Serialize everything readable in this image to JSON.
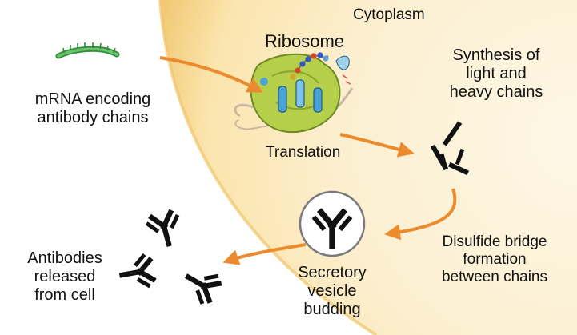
{
  "colors": {
    "cytoplasm_light": "#fdf7e6",
    "cytoplasm_mid": "#fbe7b5",
    "cytoplasm_edge": "#f2c976",
    "arrow": "#ec8a2e",
    "mrna": "#3aa94a",
    "ribosome": "#b5cf4b",
    "antibody": "#111111"
  },
  "labels": {
    "cytoplasm": "Cytoplasm",
    "ribosome": "Ribosome",
    "mrna": "mRNA encoding\nantibody chains",
    "translation": "Translation",
    "synthesis": "Synthesis of\nlight and\nheavy chains",
    "disulfide": "Disulfide bridge\nformation\nbetween chains",
    "vesicle": "Secretory\nvesicle\nbudding",
    "released": "Antibodies\nreleased\nfrom cell"
  }
}
